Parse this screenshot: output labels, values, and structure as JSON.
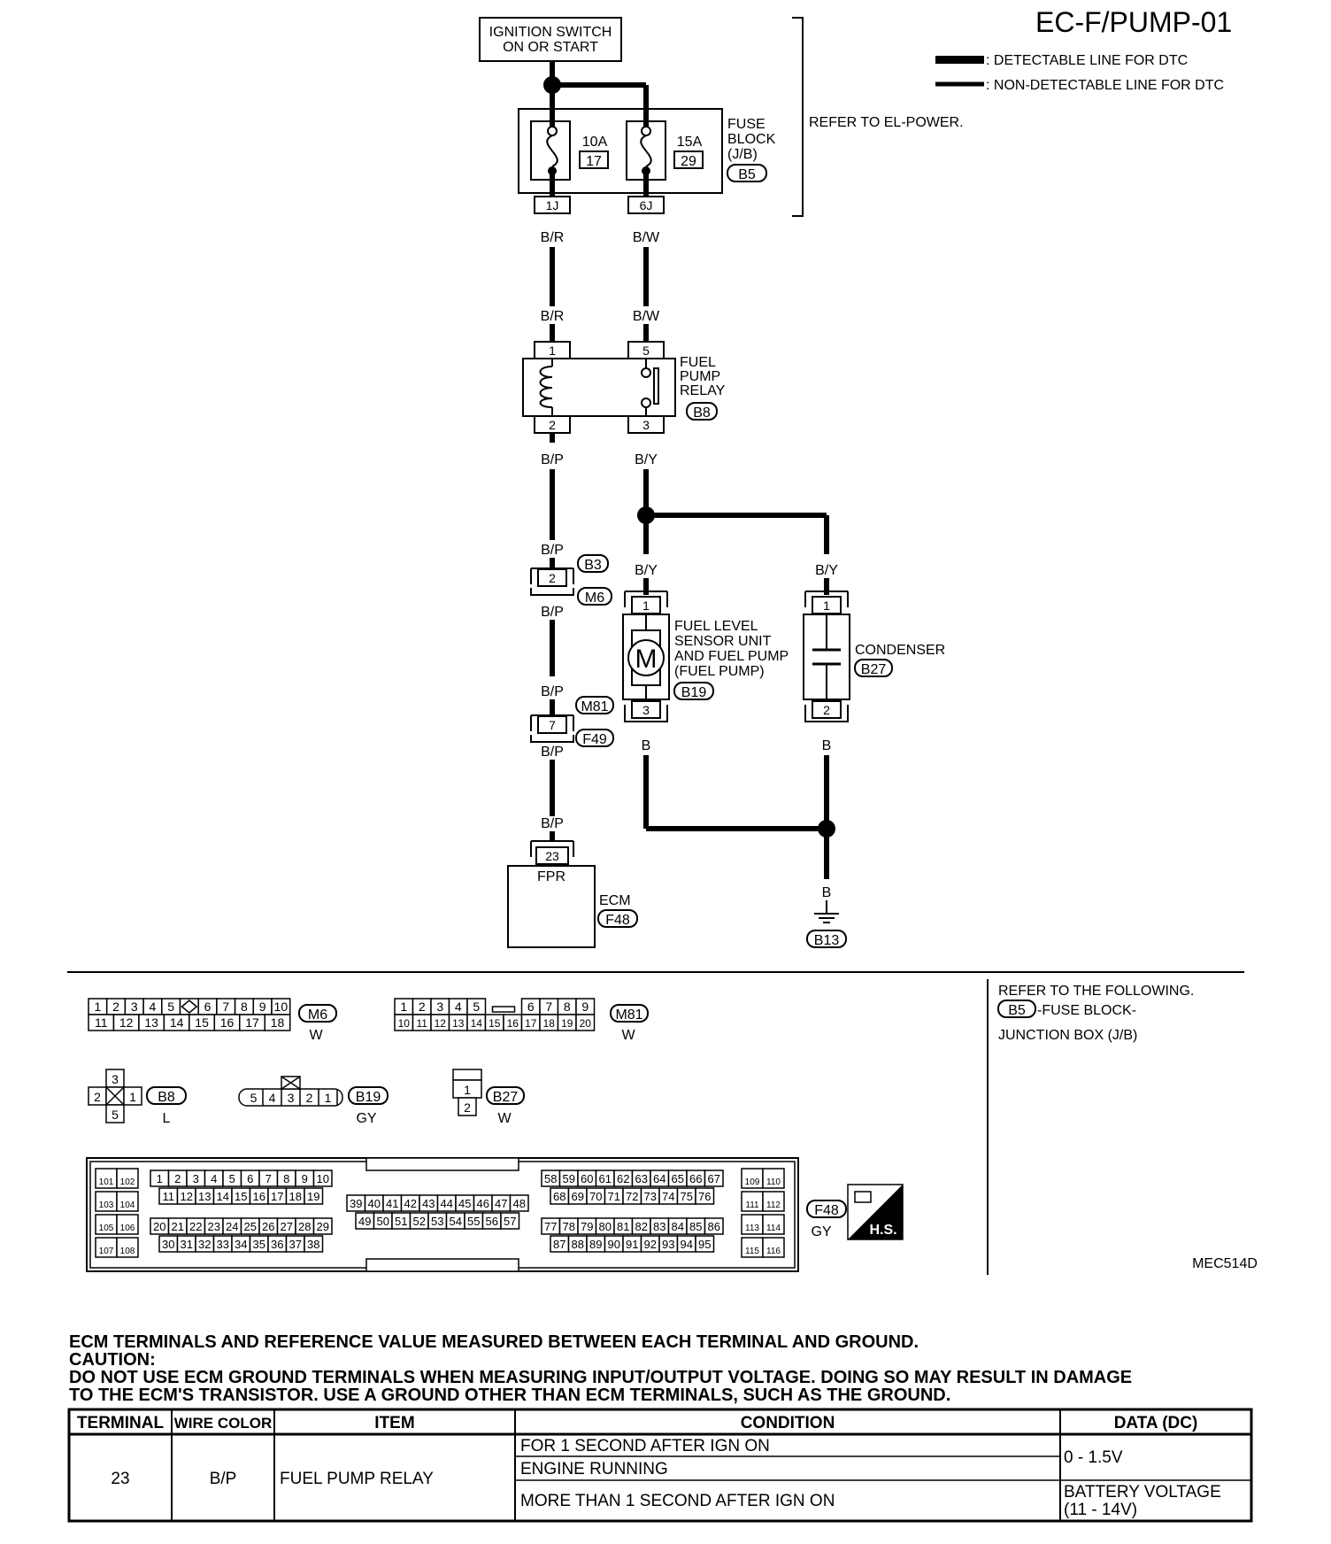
{
  "page_code": "EC-F/PUMP-01",
  "legend": {
    "detectable": ": DETECTABLE LINE FOR DTC",
    "non_detectable": ": NON-DETECTABLE LINE FOR DTC"
  },
  "power_source": {
    "line1": "IGNITION SWITCH",
    "line2": "ON OR START"
  },
  "refer_el_power": "REFER TO EL-POWER.",
  "fuse_block": {
    "label1": "FUSE",
    "label2": "BLOCK",
    "label3": "(J/B)",
    "connector": "B5",
    "fuses": [
      {
        "amp": "10A",
        "num": "17",
        "pin": "1J"
      },
      {
        "amp": "15A",
        "num": "29",
        "pin": "6J"
      }
    ]
  },
  "wires": {
    "br": "B/R",
    "bw": "B/W",
    "bp": "B/P",
    "by": "B/Y",
    "b": "B"
  },
  "relay": {
    "label1": "FUEL",
    "label2": "PUMP",
    "label3": "RELAY",
    "connector": "B8",
    "pins": {
      "p1": "1",
      "p5": "5",
      "p2": "2",
      "p3": "3"
    }
  },
  "junction_b3": {
    "pin": "2",
    "c1": "B3",
    "c2": "M6"
  },
  "junction_m81": {
    "pin": "7",
    "c1": "M81",
    "c2": "F49"
  },
  "fuel_pump": {
    "l1": "FUEL LEVEL",
    "l2": "SENSOR UNIT",
    "l3": "AND FUEL PUMP",
    "l4": "(FUEL PUMP)",
    "connector": "B19",
    "motor": "M",
    "pin_top": "1",
    "pin_bot": "3"
  },
  "condenser": {
    "label": "CONDENSER",
    "connector": "B27",
    "pin_top": "1",
    "pin_bot": "2"
  },
  "ecm": {
    "pin": "23",
    "terminal_name": "FPR",
    "label": "ECM",
    "connector": "F48"
  },
  "ground": {
    "connector": "B13"
  },
  "connector_views": {
    "m6": {
      "row1": [
        "1",
        "2",
        "3",
        "4",
        "5",
        "6",
        "7",
        "8",
        "9",
        "10"
      ],
      "row2": [
        "11",
        "12",
        "13",
        "14",
        "15",
        "16",
        "17",
        "18"
      ],
      "id": "M6",
      "color": "W"
    },
    "m81": {
      "row1": [
        "1",
        "2",
        "3",
        "4",
        "5",
        "6",
        "7",
        "8",
        "9"
      ],
      "row2": [
        "10",
        "11",
        "12",
        "13",
        "14",
        "15",
        "16",
        "17",
        "18",
        "19",
        "20"
      ],
      "id": "M81",
      "color": "W"
    },
    "b8": {
      "pins": [
        "3",
        "2",
        "1",
        "5"
      ],
      "id": "B8",
      "color": "L"
    },
    "b19": {
      "pins": [
        "5",
        "4",
        "3",
        "2",
        "1"
      ],
      "id": "B19",
      "color": "GY"
    },
    "b27": {
      "pins": [
        "1",
        "2"
      ],
      "id": "B27",
      "color": "W"
    },
    "f48": {
      "left": [
        "101",
        "102",
        "103",
        "104",
        "105",
        "106",
        "107",
        "108"
      ],
      "g1r1": [
        "1",
        "2",
        "3",
        "4",
        "5",
        "6",
        "7",
        "8",
        "9",
        "10"
      ],
      "g1r2": [
        "11",
        "12",
        "13",
        "14",
        "15",
        "16",
        "17",
        "18",
        "19"
      ],
      "g1r3": [
        "20",
        "21",
        "22",
        "23",
        "24",
        "25",
        "26",
        "27",
        "28",
        "29"
      ],
      "g1r4": [
        "30",
        "31",
        "32",
        "33",
        "34",
        "35",
        "36",
        "37",
        "38"
      ],
      "g2r1": [
        "39",
        "40",
        "41",
        "42",
        "43",
        "44",
        "45",
        "46",
        "47",
        "48"
      ],
      "g2r2": [
        "49",
        "50",
        "51",
        "52",
        "53",
        "54",
        "55",
        "56",
        "57"
      ],
      "g3r1": [
        "58",
        "59",
        "60",
        "61",
        "62",
        "63",
        "64",
        "65",
        "66",
        "67"
      ],
      "g3r2": [
        "68",
        "69",
        "70",
        "71",
        "72",
        "73",
        "74",
        "75",
        "76"
      ],
      "g3r3": [
        "77",
        "78",
        "79",
        "80",
        "81",
        "82",
        "83",
        "84",
        "85",
        "86"
      ],
      "g3r4": [
        "87",
        "88",
        "89",
        "90",
        "91",
        "92",
        "93",
        "94",
        "95"
      ],
      "right": [
        "109",
        "110",
        "111",
        "112",
        "113",
        "114",
        "115",
        "116"
      ],
      "id": "F48",
      "color": "GY",
      "hs": "H.S."
    }
  },
  "refer_following": {
    "line1": "REFER TO THE FOLLOWING.",
    "connector": "B5",
    "suffix": "-FUSE BLOCK-",
    "line2": "JUNCTION BOX (J/B)"
  },
  "figure_code": "MEC514D",
  "notes": {
    "line1": "ECM TERMINALS AND REFERENCE VALUE MEASURED BETWEEN EACH TERMINAL AND GROUND.",
    "line2": "CAUTION:",
    "line3": "DO NOT USE ECM GROUND TERMINALS WHEN MEASURING INPUT/OUTPUT VOLTAGE. DOING SO MAY RESULT IN  DAMAGE",
    "line4": "TO THE  ECM'S TRANSISTOR. USE A GROUND OTHER THAN ECM TERMINALS, SUCH AS THE GROUND."
  },
  "table": {
    "headers": [
      "TERMINAL",
      "WIRE COLOR",
      "ITEM",
      "CONDITION",
      "DATA (DC)"
    ],
    "terminal": "23",
    "wire_color": "B/P",
    "item": "FUEL PUMP RELAY",
    "conditions": [
      "FOR 1 SECOND AFTER IGN ON",
      "ENGINE RUNNING",
      "MORE THAN 1 SECOND AFTER IGN ON"
    ],
    "data1": "0 - 1.5V",
    "data2a": "BATTERY VOLTAGE",
    "data2b": "(11 - 14V)"
  }
}
